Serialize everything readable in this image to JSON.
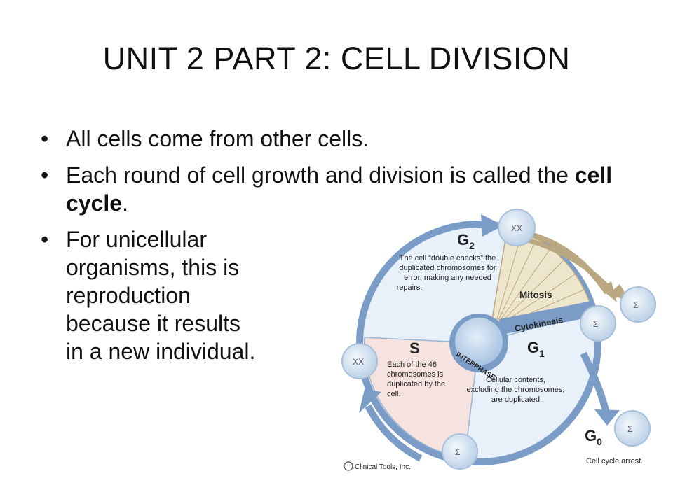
{
  "slide": {
    "title": "UNIT 2 PART 2: CELL DIVISION",
    "bullets": [
      {
        "text": "All cells come from other cells."
      },
      {
        "before": "Each round of cell growth and division is called the ",
        "bold": "cell cycle",
        "after": "."
      },
      {
        "lines": [
          "For unicellular",
          "organisms, this is",
          "reproduction",
          "because it results",
          "in a new individual."
        ]
      }
    ]
  },
  "diagram": {
    "g2": {
      "label": "G",
      "sub": "2",
      "desc": [
        "The cell “double checks” the",
        "duplicated chromosomes for",
        "error, making any needed",
        "repairs."
      ]
    },
    "s": {
      "label": "S",
      "desc": [
        "Each of the 46",
        "chromosomes is",
        "duplicated by the",
        "cell."
      ]
    },
    "g1": {
      "label": "G",
      "sub": "1",
      "desc": [
        "Cellular contents,",
        "excluding the chromosomes,",
        "are duplicated."
      ]
    },
    "g0": {
      "label": "G",
      "sub": "0",
      "desc": "Cell cycle arrest."
    },
    "mitosis": "Mitosis",
    "cytokinesis": "Cytokinesis",
    "interphase": "INTERPHASE",
    "copyright": "Clinical Tools, Inc.",
    "copyright_symbol": "©",
    "colors": {
      "ring": "#7a9cc6",
      "ring_dark": "#5a7faf",
      "g2_fill": "#e8f1fa",
      "s_fill": "#f6e3df",
      "mitosis_fill": "#eee6cc",
      "mitosis_arrow": "#b9a881",
      "cell_fill": "#d4e4f3"
    }
  }
}
